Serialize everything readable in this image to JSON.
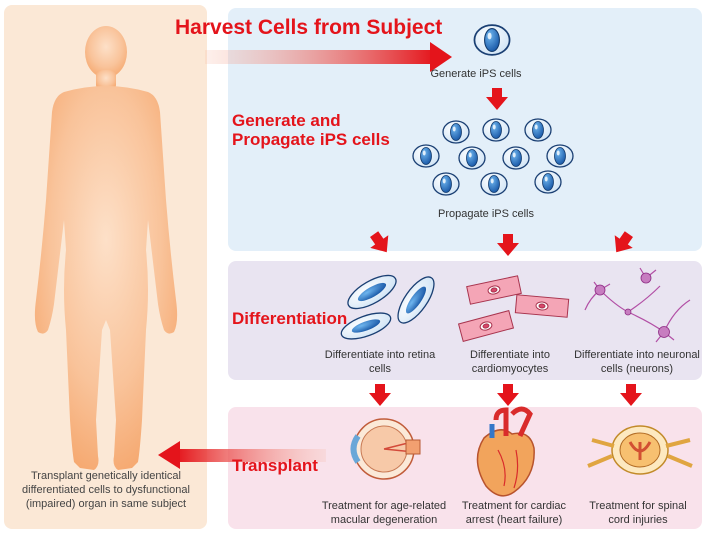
{
  "stages": {
    "harvest": "Harvest Cells from Subject",
    "generate": "Generate and Propagate iPS cells",
    "differentiation": "Differentiation",
    "transplant": "Transplant"
  },
  "captions": {
    "generate_ips": "Generate iPS cells",
    "propagate_ips": "Propagate iPS cells",
    "retina": "Differentiate into retina cells",
    "cardio": "Differentiate into cardiomyocytes",
    "neuron": "Differentiate into neuronal cells (neurons)",
    "treat_retina": "Treatment for age-related macular degeneration",
    "treat_cardio": "Treatment for cardiac arrest (heart failure)",
    "treat_spinal": "Treatment for spinal cord injuries",
    "left": "Transplant genetically identical differentiated cells to dysfunctional (impaired) organ in same subject"
  },
  "colors": {
    "accent_red": "#e4141b",
    "left_panel": "#fbe8d6",
    "ips_panel": "#e3eff9",
    "diff_panel": "#e9e4f1",
    "transplant_panel": "#f9e2eb",
    "body_fill": "#f8b784",
    "cell_blue": "#1f74c4",
    "cardio_pink": "#f08aa0",
    "neuron_purple": "#b24fa5"
  }
}
